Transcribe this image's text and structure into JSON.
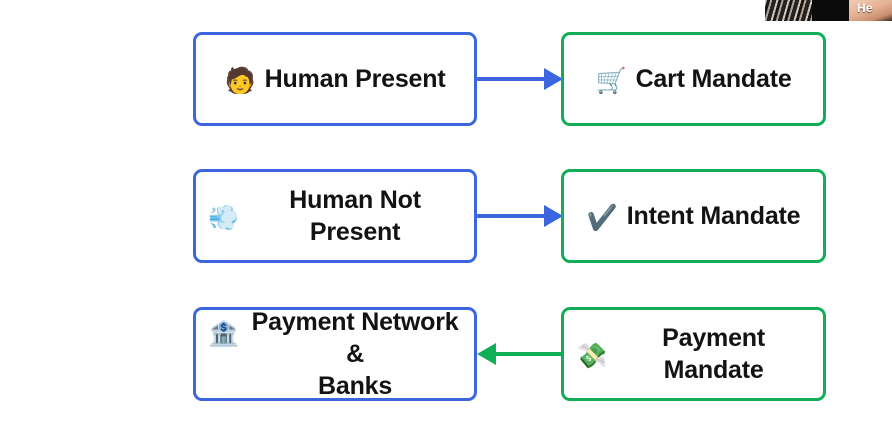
{
  "diagram": {
    "background_color": "#ffffff",
    "source_border_color": "#3b66e0",
    "mandate_border_color": "#11ae57",
    "nodes": [
      {
        "id": "human-present",
        "emoji": "🧑",
        "icon_name": "person-emoji",
        "label": "Human Present",
        "kind": "source"
      },
      {
        "id": "cart-mandate",
        "emoji": "🛒",
        "icon_name": "shopping-cart-emoji",
        "label": "Cart Mandate",
        "kind": "mandate"
      },
      {
        "id": "human-not-present",
        "emoji": "💨",
        "icon_name": "dashing-away-emoji",
        "label": "Human Not Present",
        "kind": "source"
      },
      {
        "id": "intent-mandate",
        "emoji": "✔️",
        "icon_name": "heavy-check-mark-emoji",
        "label": "Intent Mandate",
        "kind": "mandate"
      },
      {
        "id": "payment-network-banks",
        "emoji": "🏦",
        "icon_name": "bank-emoji",
        "label": "Payment Network &\nBanks",
        "kind": "source"
      },
      {
        "id": "payment-mandate",
        "emoji": "💸",
        "icon_name": "money-with-wings-emoji",
        "label": "Payment Mandate",
        "kind": "mandate"
      }
    ],
    "connectors": [
      {
        "id": "human-present-to-cart-mandate",
        "from": "human-present",
        "to": "cart-mandate",
        "direction": "right",
        "color": "#3b66e0"
      },
      {
        "id": "human-not-present-to-intent-mandate",
        "from": "human-not-present",
        "to": "intent-mandate",
        "direction": "right",
        "color": "#3b66e0"
      },
      {
        "id": "payment-mandate-to-payment-network-banks",
        "from": "payment-mandate",
        "to": "payment-network-banks",
        "direction": "left",
        "color": "#11ae57"
      }
    ]
  },
  "webcam": {
    "caption": "He"
  }
}
